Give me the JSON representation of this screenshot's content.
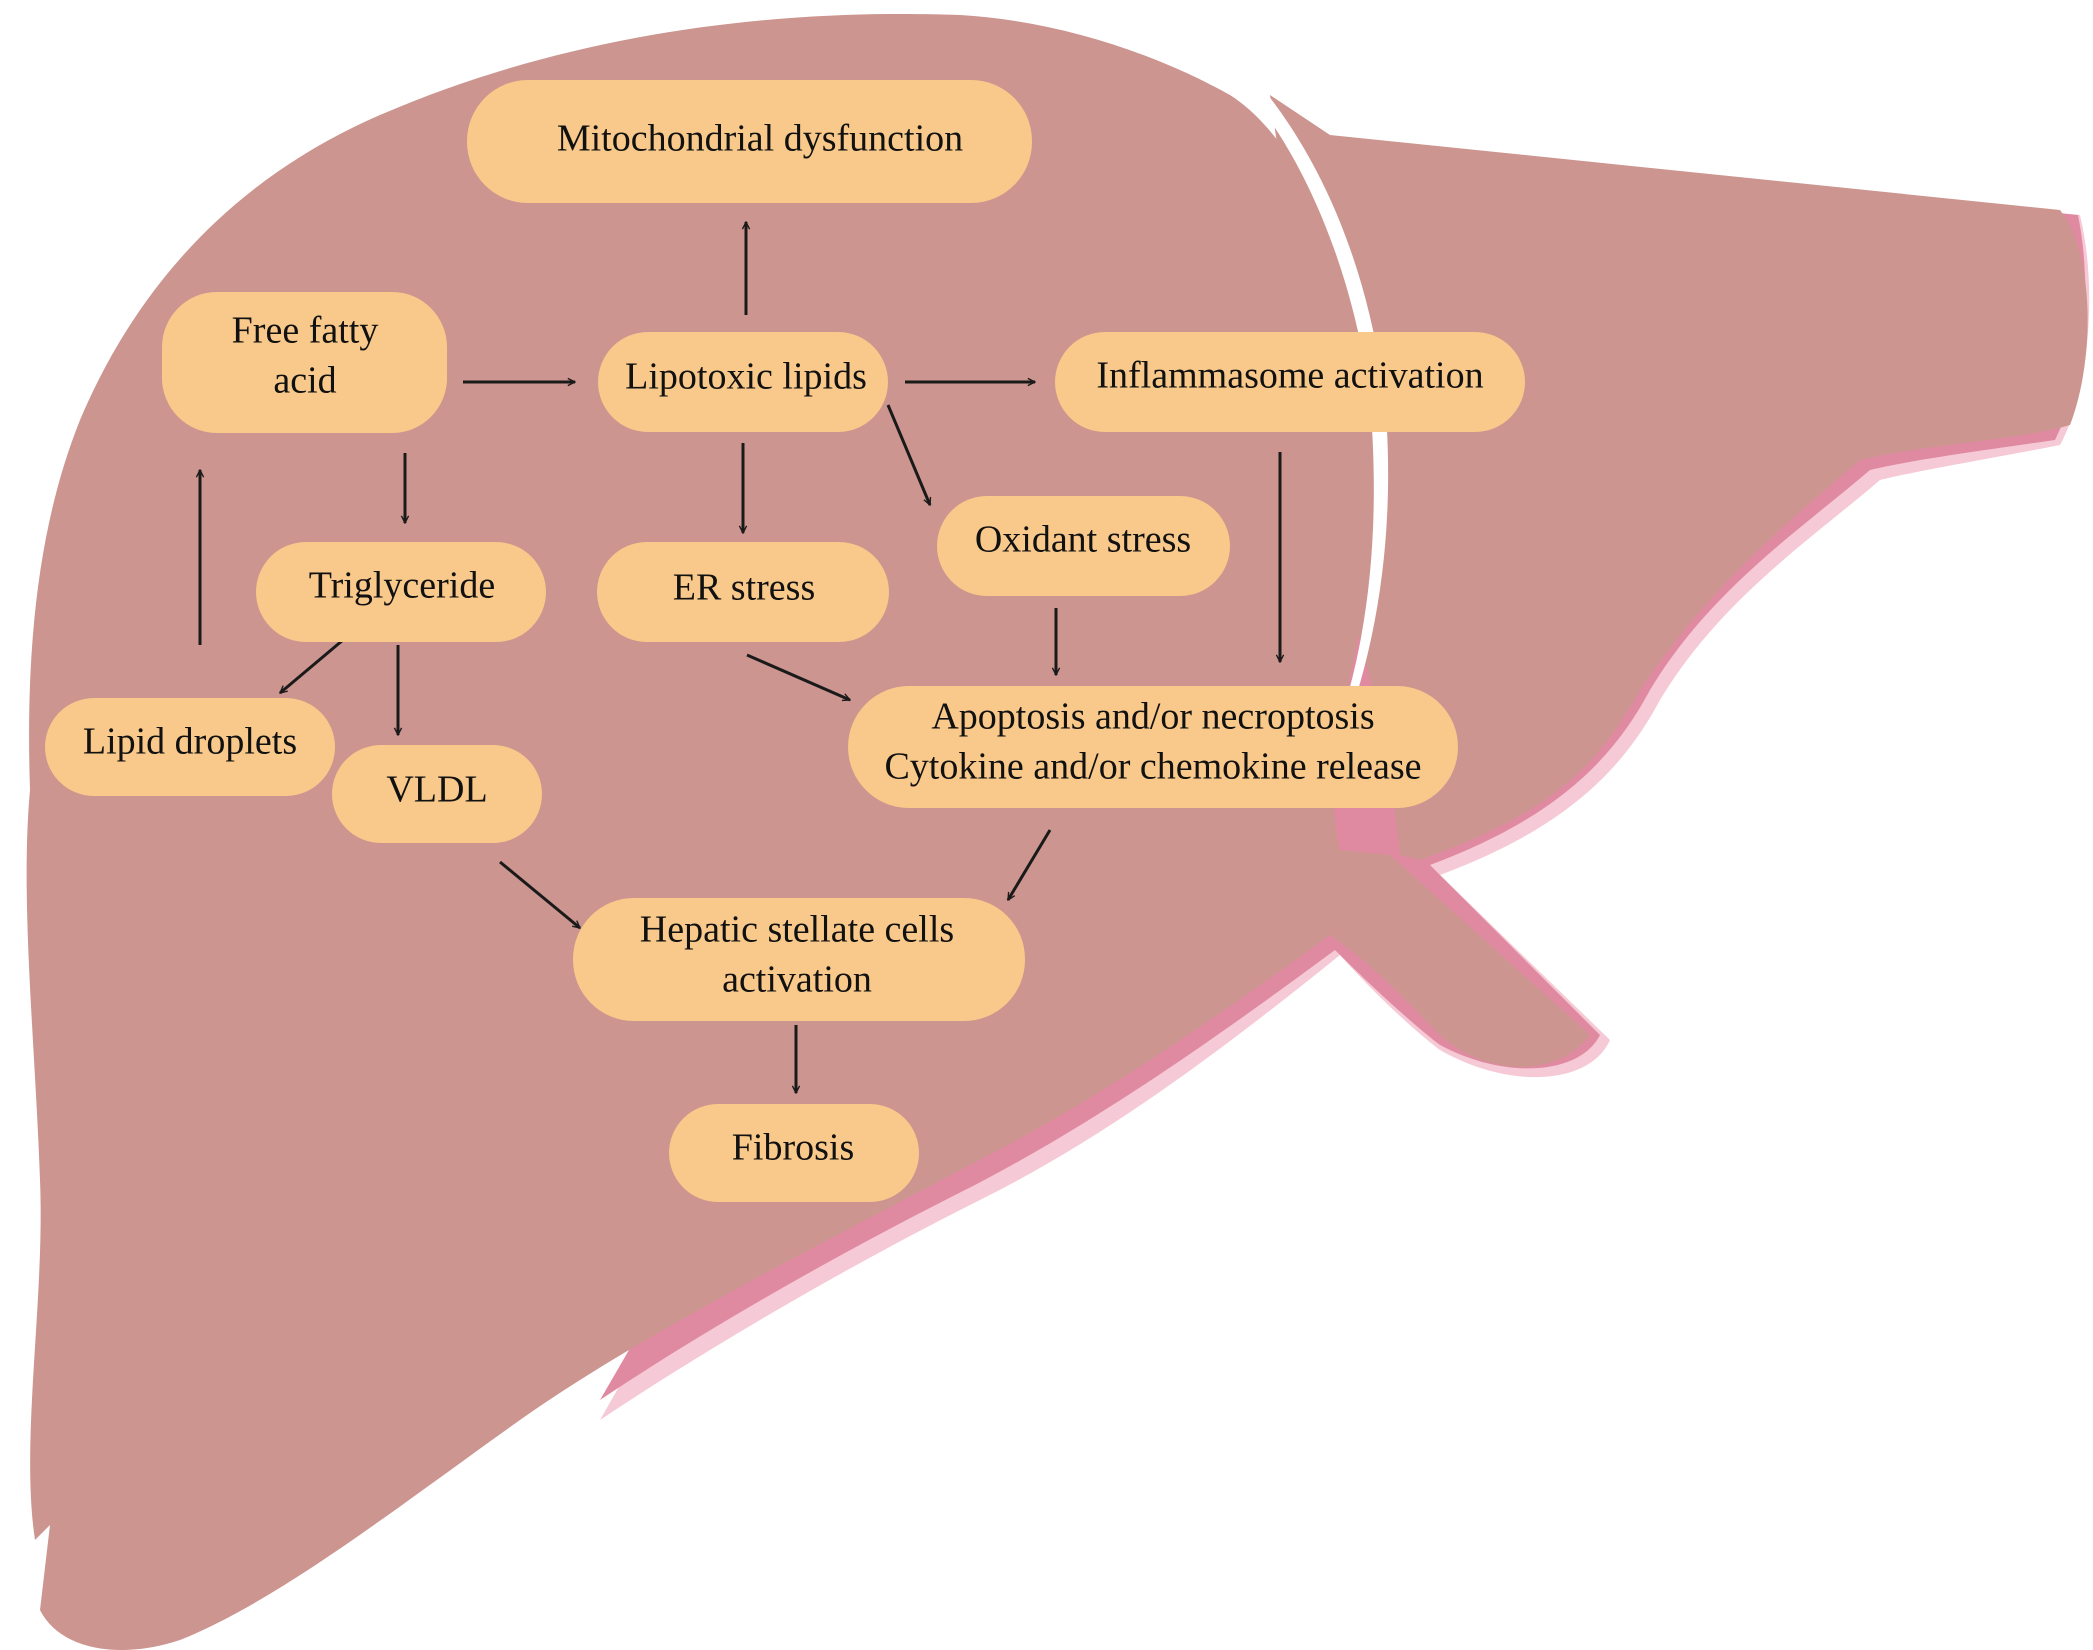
{
  "colors": {
    "liver_fill": "#cc958f",
    "liver_shadow": "#e08aa2",
    "liver_shadow_light": "#f6c9d6",
    "node_fill": "#f8c98a",
    "arrow": "#1a1a1a",
    "text": "#111111"
  },
  "nodes": {
    "mitochondrial": {
      "lines": [
        "Mitochondrial dysfunction"
      ]
    },
    "free_fatty_acid": {
      "lines": [
        "Free fatty",
        "acid"
      ]
    },
    "lipotoxic": {
      "lines": [
        "Lipotoxic lipids"
      ]
    },
    "inflammasome": {
      "lines": [
        "Inflammasome activation"
      ]
    },
    "triglyceride": {
      "lines": [
        "Triglyceride"
      ]
    },
    "er_stress": {
      "lines": [
        "ER stress"
      ]
    },
    "oxidant_stress": {
      "lines": [
        "Oxidant stress"
      ]
    },
    "lipid_droplets": {
      "lines": [
        "Lipid droplets"
      ]
    },
    "vldl": {
      "lines": [
        "VLDL"
      ]
    },
    "apoptosis": {
      "lines": [
        "Apoptosis and/or necroptosis",
        "Cytokine and/or chemokine release"
      ]
    },
    "hsc": {
      "lines": [
        "Hepatic stellate cells",
        "activation"
      ]
    },
    "fibrosis": {
      "lines": [
        "Fibrosis"
      ]
    }
  },
  "edges": [
    {
      "from": "lipotoxic",
      "to": "mitochondrial"
    },
    {
      "from": "free_fatty_acid",
      "to": "lipotoxic"
    },
    {
      "from": "lipotoxic",
      "to": "inflammasome"
    },
    {
      "from": "free_fatty_acid",
      "to": "triglyceride"
    },
    {
      "from": "lipotoxic",
      "to": "er_stress"
    },
    {
      "from": "lipotoxic",
      "to": "oxidant_stress"
    },
    {
      "from": "lipid_droplets",
      "to": "free_fatty_acid"
    },
    {
      "from": "triglyceride",
      "to": "lipid_droplets"
    },
    {
      "from": "triglyceride",
      "to": "vldl"
    },
    {
      "from": "inflammasome",
      "to": "apoptosis"
    },
    {
      "from": "oxidant_stress",
      "to": "apoptosis"
    },
    {
      "from": "er_stress",
      "to": "apoptosis"
    },
    {
      "from": "vldl",
      "to": "hsc"
    },
    {
      "from": "apoptosis",
      "to": "hsc"
    },
    {
      "from": "hsc",
      "to": "fibrosis"
    }
  ]
}
